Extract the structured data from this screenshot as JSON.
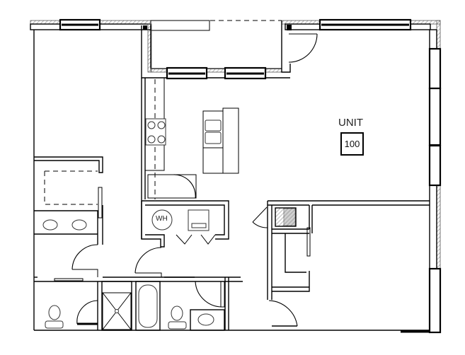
{
  "unit": {
    "label": "UNIT",
    "number": "100"
  },
  "fixtures": {
    "water_heater": "WH"
  }
}
